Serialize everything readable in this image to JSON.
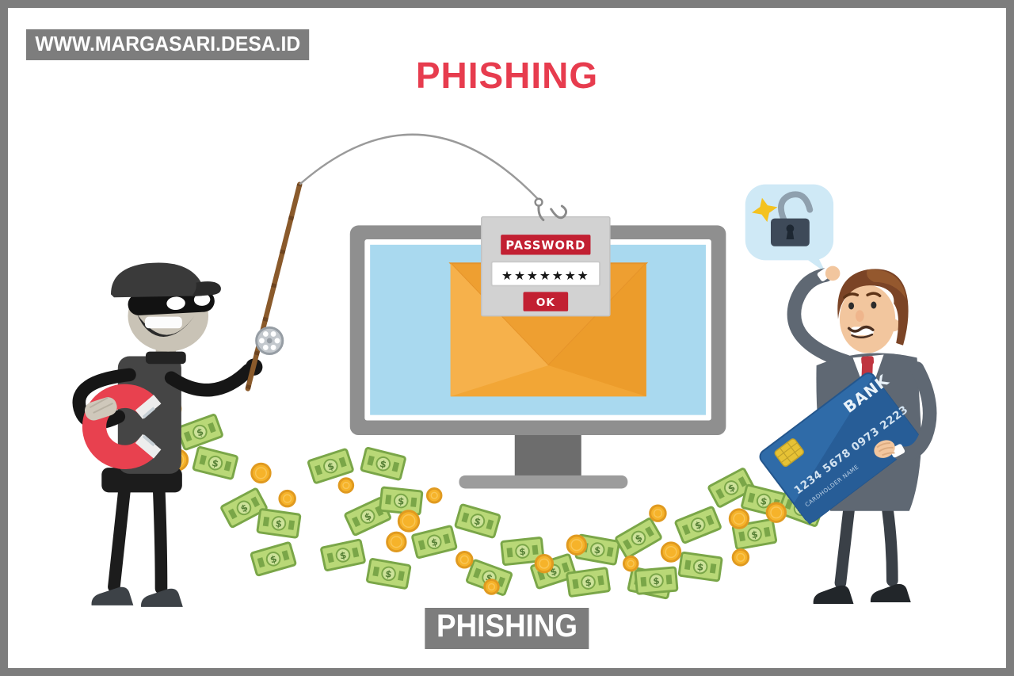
{
  "watermark": {
    "text": "WWW.MARGASARI.DESA.ID",
    "bg": "#7d7d7d",
    "fg": "#ffffff"
  },
  "title": {
    "text": "PHISHING",
    "color": "#e73c4e"
  },
  "footer_banner": {
    "text": "PHISHING",
    "bg": "#7d7d7d",
    "fg": "#ffffff"
  },
  "phishing_dialog": {
    "password_label": "PASSWORD",
    "masked_password": "★★★★★★★",
    "ok_label": "OK",
    "accent": "#c22032"
  },
  "bank_card": {
    "bank_label": "BANK",
    "card_number": "1234 5678 0973 2223",
    "cardholder_label": "CARDHOLDER NAME",
    "color": "#2f6ba8"
  },
  "palette": {
    "border_gray": "#7d7d7d",
    "monitor_gray": "#8f8f8f",
    "screen_blue": "#a9d9ef",
    "envelope_orange": "#f0a437",
    "money_green": "#b9d877",
    "coin_gold": "#f6b32a",
    "magnet_red": "#e8414f",
    "suit_gray": "#5f6873",
    "thief_dark": "#161616",
    "bubble_blue": "#cfe9f6"
  },
  "illustration": {
    "bill_symbol": "$",
    "banknotes": [
      [
        243,
        548,
        -20
      ],
      [
        263,
        588,
        14
      ],
      [
        300,
        646,
        -28
      ],
      [
        345,
        666,
        8
      ],
      [
        338,
        712,
        -16
      ],
      [
        412,
        592,
        -18
      ],
      [
        480,
        589,
        14
      ],
      [
        460,
        657,
        -25
      ],
      [
        503,
        637,
        6
      ],
      [
        428,
        707,
        -12
      ],
      [
        487,
        731,
        10
      ],
      [
        546,
        690,
        -14
      ],
      [
        602,
        663,
        16
      ],
      [
        660,
        702,
        -6
      ],
      [
        617,
        736,
        20
      ],
      [
        700,
        728,
        -18
      ],
      [
        757,
        700,
        10
      ],
      [
        745,
        742,
        -8
      ],
      [
        810,
        685,
        -30
      ],
      [
        825,
        743,
        12
      ],
      [
        887,
        668,
        -22
      ],
      [
        890,
        722,
        8
      ],
      [
        930,
        620,
        -28
      ],
      [
        972,
        637,
        14
      ],
      [
        960,
        680,
        -10
      ],
      [
        1020,
        647,
        20
      ],
      [
        833,
        740,
        -5
      ]
    ],
    "coins": [
      [
        205,
        518,
        13
      ],
      [
        214,
        584,
        13
      ],
      [
        322,
        601,
        12
      ],
      [
        356,
        634,
        10
      ],
      [
        432,
        617,
        9
      ],
      [
        546,
        630,
        9
      ],
      [
        513,
        663,
        13
      ],
      [
        497,
        690,
        12
      ],
      [
        585,
        713,
        10
      ],
      [
        620,
        748,
        9
      ],
      [
        688,
        718,
        11
      ],
      [
        730,
        694,
        12
      ],
      [
        800,
        718,
        9
      ],
      [
        835,
        653,
        10
      ],
      [
        852,
        703,
        12
      ],
      [
        940,
        660,
        12
      ],
      [
        988,
        652,
        12
      ],
      [
        942,
        710,
        10
      ]
    ]
  }
}
